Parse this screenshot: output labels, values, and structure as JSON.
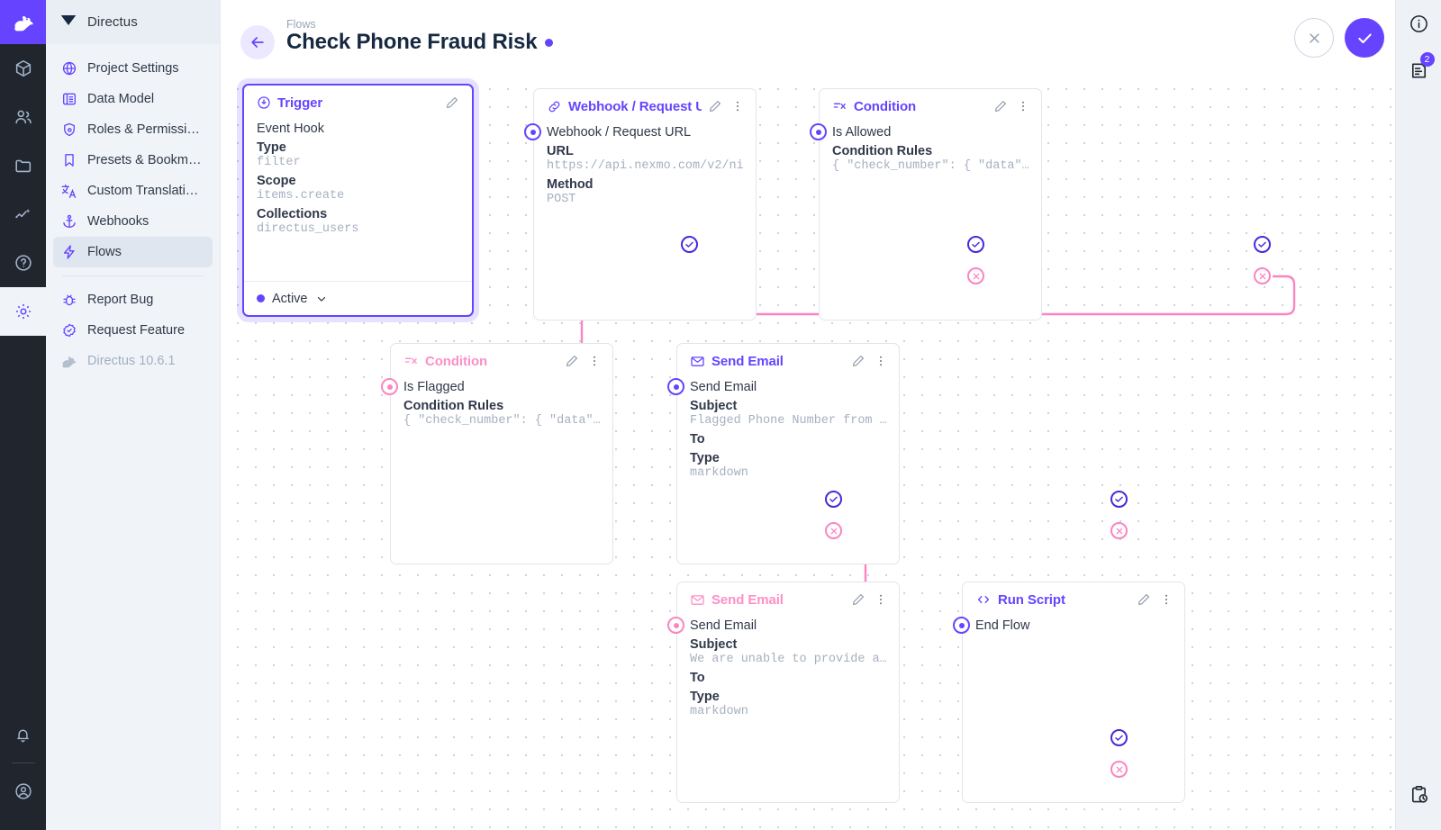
{
  "app": {
    "brand": "Directus",
    "version_label": "Directus 10.6.1"
  },
  "rail": {
    "icons": [
      {
        "name": "logo-rabbit-icon"
      },
      {
        "name": "content-box-icon"
      },
      {
        "name": "users-icon"
      },
      {
        "name": "files-folder-icon"
      },
      {
        "name": "insights-icon"
      },
      {
        "name": "help-icon"
      },
      {
        "name": "settings-gear-icon"
      },
      {
        "name": "notifications-bell-icon"
      },
      {
        "name": "account-avatar-icon"
      }
    ]
  },
  "sidebar": {
    "header": "Directus",
    "items": [
      {
        "label": "Project Settings",
        "icon": "globe-icon",
        "selected": false
      },
      {
        "label": "Data Model",
        "icon": "table-list-icon",
        "selected": false
      },
      {
        "label": "Roles & Permissions",
        "icon": "shield-icon",
        "selected": false
      },
      {
        "label": "Presets & Bookmar…",
        "icon": "bookmark-icon",
        "selected": false
      },
      {
        "label": "Custom Translations",
        "icon": "translate-icon",
        "selected": false
      },
      {
        "label": "Webhooks",
        "icon": "anchor-icon",
        "selected": false
      },
      {
        "label": "Flows",
        "icon": "bolt-icon",
        "selected": true
      }
    ],
    "secondary": [
      {
        "label": "Report Bug",
        "icon": "bug-icon"
      },
      {
        "label": "Request Feature",
        "icon": "badge-check-icon"
      }
    ],
    "version": "Directus 10.6.1"
  },
  "header": {
    "breadcrumb": "Flows",
    "title": "Check Phone Fraud Risk",
    "status_dot_color": "#6644ff",
    "back_icon": "arrow-left-icon",
    "cancel_label": "",
    "save_label": ""
  },
  "drawer": {
    "info_icon": "info-icon",
    "logs_icon": "logs-icon",
    "logs_badge": "2",
    "activity_icon": "clipboard-clock-icon"
  },
  "colors": {
    "accent": "#6644ff",
    "accent_dark": "#4a29d8",
    "pink": "#fb85c0",
    "pink_title": "#fd8fc7",
    "rail_bg": "#21262e",
    "sidebar_bg": "#f0f4f9",
    "muted_text": "#a6b0c0"
  },
  "flow": {
    "nodes": [
      {
        "id": "trigger",
        "type": "trigger",
        "icon": "trigger-bolt-circle-icon",
        "title": "Trigger",
        "selected": true,
        "accent": "purple",
        "operation_name": "Event Hook",
        "fields": [
          {
            "key": "Type",
            "value": "filter"
          },
          {
            "key": "Scope",
            "value": "items.create"
          },
          {
            "key": "Collections",
            "value": "directus_users"
          }
        ],
        "footer_status": "Active",
        "footer_chevron": "chevron-down-icon"
      },
      {
        "id": "webhook",
        "type": "webhook",
        "icon": "link-icon",
        "title": "Webhook / Request U",
        "selected": false,
        "accent": "purple",
        "operation_name": "Webhook / Request URL",
        "fields": [
          {
            "key": "URL",
            "value": "https://api.nexmo.com/v2/ni"
          },
          {
            "key": "Method",
            "value": "POST"
          }
        ]
      },
      {
        "id": "cond-allowed",
        "type": "condition",
        "icon": "condition-icon",
        "title": "Condition",
        "selected": false,
        "accent": "purple",
        "operation_name": "Is Allowed",
        "fields": [
          {
            "key": "Condition Rules",
            "value": "{ \"check_number\": { \"data\"…"
          }
        ]
      },
      {
        "id": "cond-flagged",
        "type": "condition",
        "icon": "condition-icon",
        "title": "Condition",
        "selected": false,
        "accent": "pink",
        "operation_name": "Is Flagged",
        "fields": [
          {
            "key": "Condition Rules",
            "value": "{ \"check_number\": { \"data\"…"
          }
        ]
      },
      {
        "id": "mail-flagged",
        "type": "mail",
        "icon": "envelope-icon",
        "title": "Send Email",
        "selected": false,
        "accent": "purple",
        "operation_name": "Send Email",
        "fields": [
          {
            "key": "Subject",
            "value": "Flagged Phone Number from …"
          },
          {
            "key": "To",
            "value": ""
          },
          {
            "key": "Type",
            "value": "markdown"
          }
        ]
      },
      {
        "id": "mail-unable",
        "type": "mail",
        "icon": "envelope-icon",
        "title": "Send Email",
        "selected": false,
        "accent": "pink",
        "operation_name": "Send Email",
        "fields": [
          {
            "key": "Subject",
            "value": "We are unable to provide a…"
          },
          {
            "key": "To",
            "value": ""
          },
          {
            "key": "Type",
            "value": "markdown"
          }
        ]
      },
      {
        "id": "run-script",
        "type": "script",
        "icon": "code-brackets-icon",
        "title": "Run Script",
        "selected": false,
        "accent": "purple",
        "operation_name": "End Flow",
        "fields": []
      }
    ]
  }
}
